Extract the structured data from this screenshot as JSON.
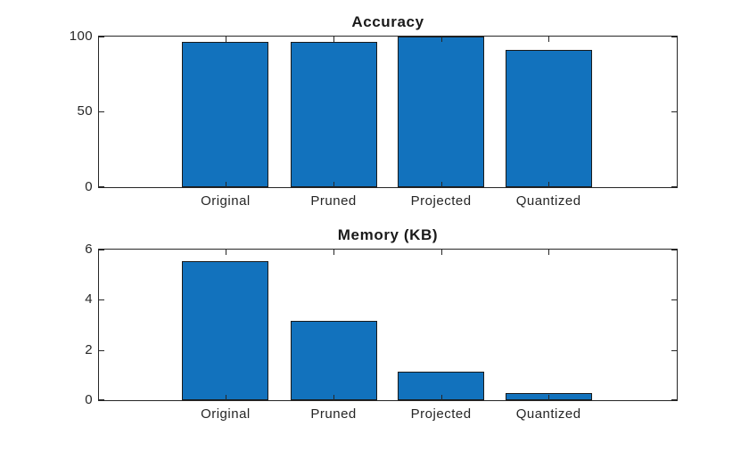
{
  "style": {
    "background": "#ffffff",
    "bar_fill": "#1272BD",
    "bar_edge": "#1a1a1a",
    "axis_color": "#262626",
    "tick_label_color": "#262626",
    "title_color": "#1a1a1a"
  },
  "chart_data": [
    {
      "type": "bar",
      "title": "Accuracy",
      "categories": [
        "Original",
        "Pruned",
        "Projected",
        "Quantized"
      ],
      "values": [
        96.5,
        96.5,
        100,
        91
      ],
      "xlabel": "",
      "ylabel": "",
      "ylim": [
        0,
        100
      ],
      "yticks": [
        0,
        50,
        100
      ],
      "grid": false,
      "legend": false,
      "tick_direction": "in",
      "box": true
    },
    {
      "type": "bar",
      "title": "Memory (KB)",
      "categories": [
        "Original",
        "Pruned",
        "Projected",
        "Quantized"
      ],
      "values": [
        5.55,
        3.15,
        1.15,
        0.3
      ],
      "xlabel": "",
      "ylabel": "",
      "ylim": [
        0,
        6
      ],
      "yticks": [
        0,
        2,
        4,
        6
      ],
      "grid": false,
      "legend": false,
      "tick_direction": "in",
      "box": true
    }
  ]
}
